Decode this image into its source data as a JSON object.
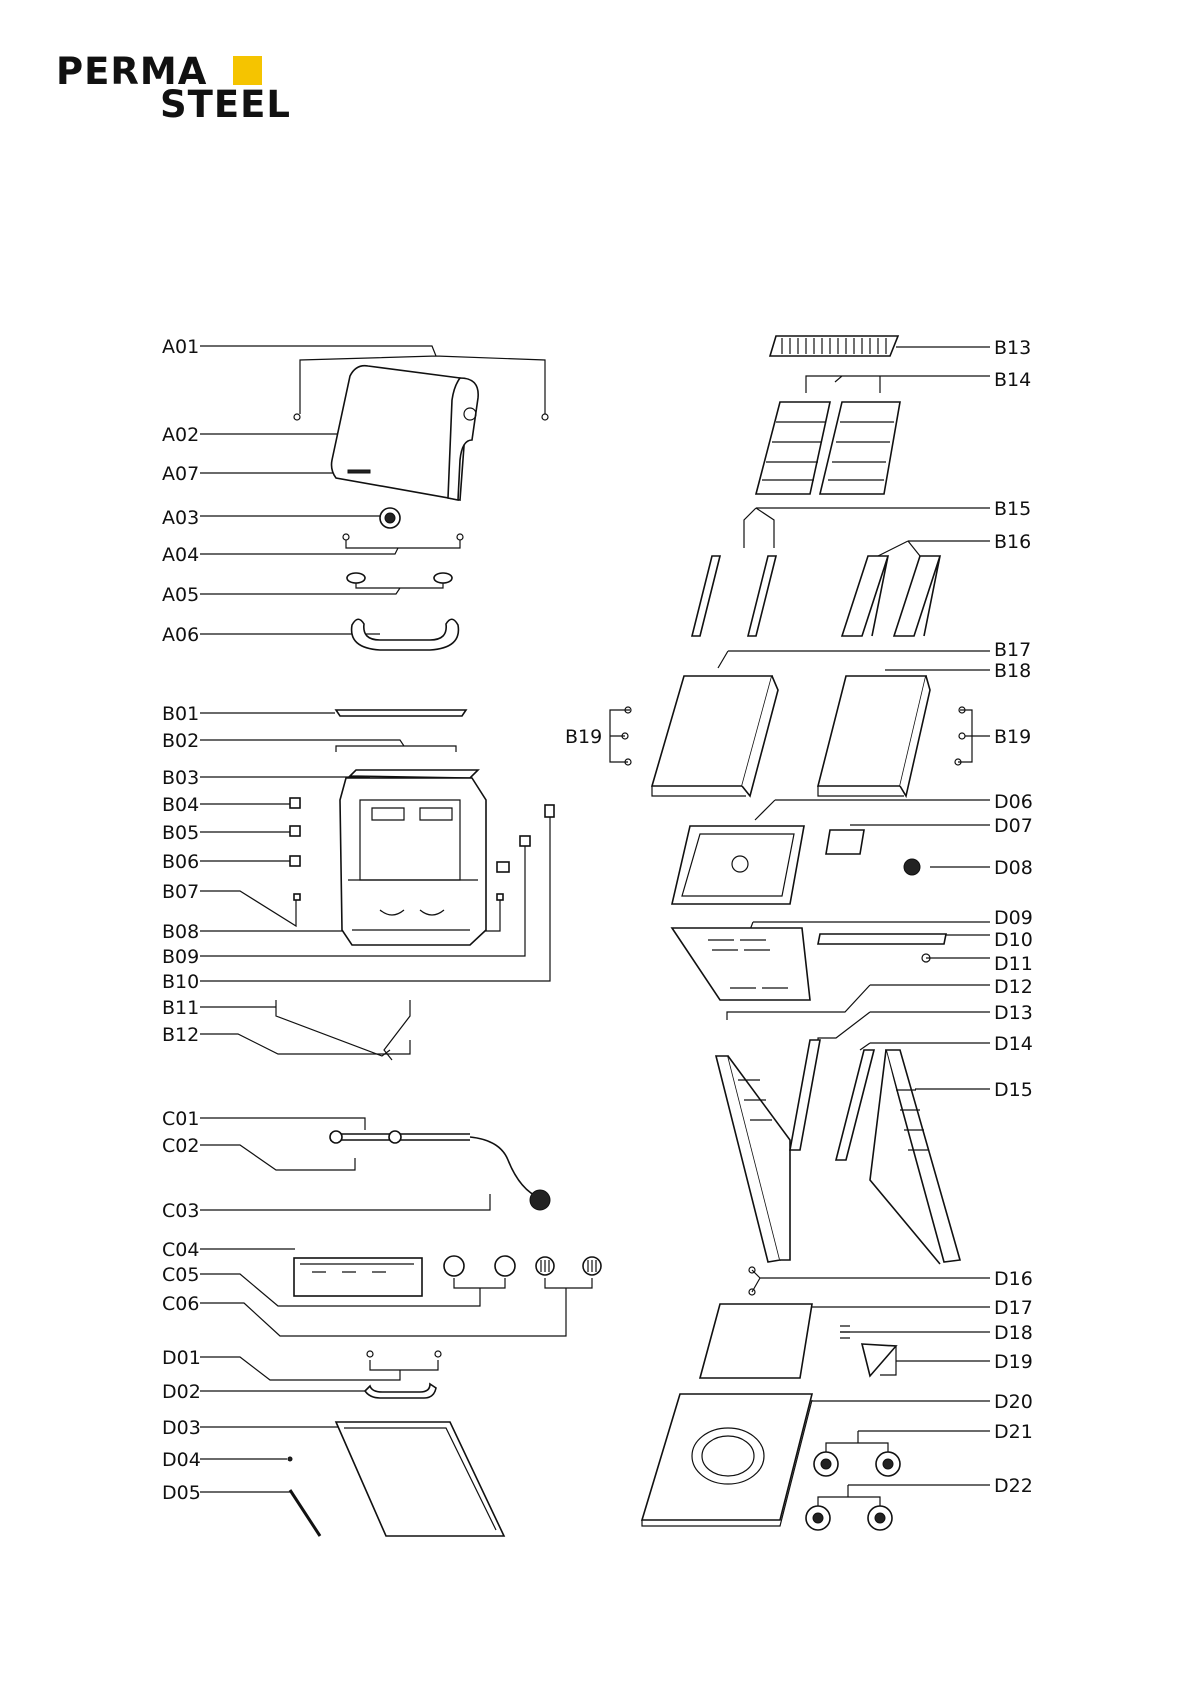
{
  "brand": {
    "line1": "PERMA",
    "line2": "STEEL",
    "accent_color": "#f5c400"
  },
  "left_labels": [
    "A01",
    "A02",
    "A07",
    "A03",
    "A04",
    "A05",
    "A06",
    "B01",
    "B02",
    "B03",
    "B04",
    "B05",
    "B06",
    "B07",
    "B08",
    "B09",
    "B10",
    "B11",
    "B12",
    "C01",
    "C02",
    "C03",
    "C04",
    "C05",
    "C06",
    "D01",
    "D02",
    "D03",
    "D04",
    "D05"
  ],
  "right_labels": [
    "B13",
    "B14",
    "B15",
    "B16",
    "B17",
    "B18",
    "B19",
    "D06",
    "D07",
    "D08",
    "D09",
    "D10",
    "D11",
    "D12",
    "D13",
    "D14",
    "D15",
    "D16",
    "D17",
    "D18",
    "D19",
    "D20",
    "D21",
    "D22"
  ],
  "mid_label": "B19"
}
